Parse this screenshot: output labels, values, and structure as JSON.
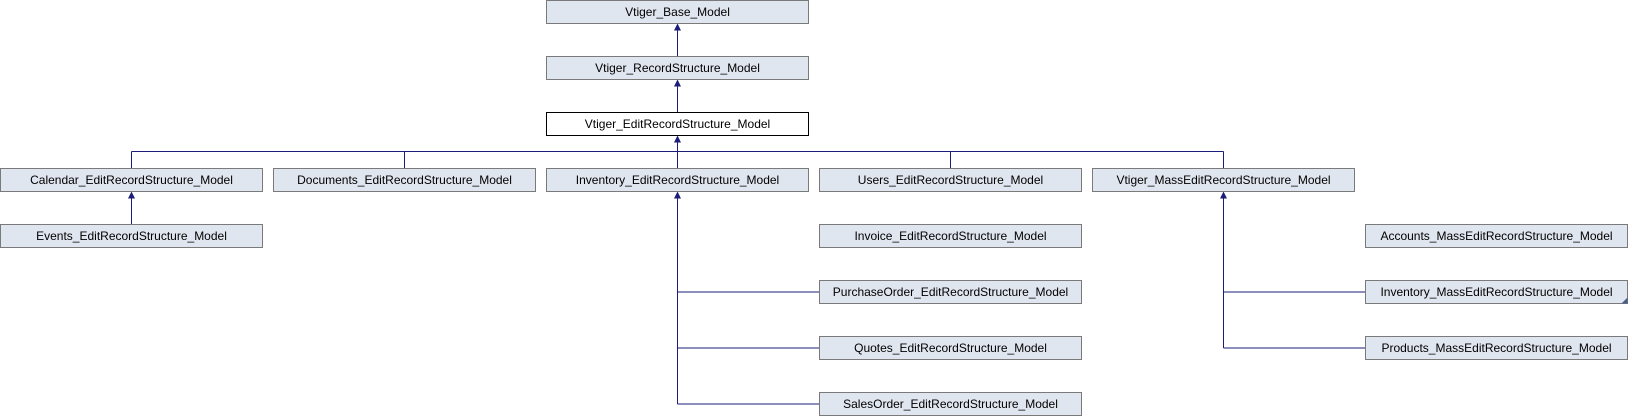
{
  "diagram": {
    "nodes": [
      {
        "id": "base",
        "label": "Vtiger_Base_Model"
      },
      {
        "id": "recstruct",
        "label": "Vtiger_RecordStructure_Model"
      },
      {
        "id": "edit",
        "label": "Vtiger_EditRecordStructure_Model",
        "current": true
      },
      {
        "id": "calendar",
        "label": "Calendar_EditRecordStructure_Model"
      },
      {
        "id": "documents",
        "label": "Documents_EditRecordStructure_Model"
      },
      {
        "id": "inventory",
        "label": "Inventory_EditRecordStructure_Model"
      },
      {
        "id": "users",
        "label": "Users_EditRecordStructure_Model"
      },
      {
        "id": "massedit",
        "label": "Vtiger_MassEditRecordStructure_Model"
      },
      {
        "id": "events",
        "label": "Events_EditRecordStructure_Model"
      },
      {
        "id": "invoice",
        "label": "Invoice_EditRecordStructure_Model"
      },
      {
        "id": "purchaseorder",
        "label": "PurchaseOrder_EditRecordStructure_Model"
      },
      {
        "id": "quotes",
        "label": "Quotes_EditRecordStructure_Model"
      },
      {
        "id": "salesorder",
        "label": "SalesOrder_EditRecordStructure_Model"
      },
      {
        "id": "accounts_mass",
        "label": "Accounts_MassEditRecordStructure_Model"
      },
      {
        "id": "inventory_mass",
        "label": "Inventory_MassEditRecordStructure_Model",
        "truncated": true
      },
      {
        "id": "products_mass",
        "label": "Products_MassEditRecordStructure_Model"
      }
    ],
    "edges": [
      {
        "child": "recstruct",
        "parent": "base"
      },
      {
        "child": "edit",
        "parent": "recstruct"
      },
      {
        "child": "calendar",
        "parent": "edit"
      },
      {
        "child": "documents",
        "parent": "edit"
      },
      {
        "child": "inventory",
        "parent": "edit"
      },
      {
        "child": "users",
        "parent": "edit"
      },
      {
        "child": "massedit",
        "parent": "edit"
      },
      {
        "child": "events",
        "parent": "calendar"
      },
      {
        "child": "invoice",
        "parent": "inventory"
      },
      {
        "child": "purchaseorder",
        "parent": "inventory"
      },
      {
        "child": "quotes",
        "parent": "inventory"
      },
      {
        "child": "salesorder",
        "parent": "inventory"
      },
      {
        "child": "accounts_mass",
        "parent": "massedit"
      },
      {
        "child": "inventory_mass",
        "parent": "massedit"
      },
      {
        "child": "products_mass",
        "parent": "massedit"
      }
    ]
  }
}
